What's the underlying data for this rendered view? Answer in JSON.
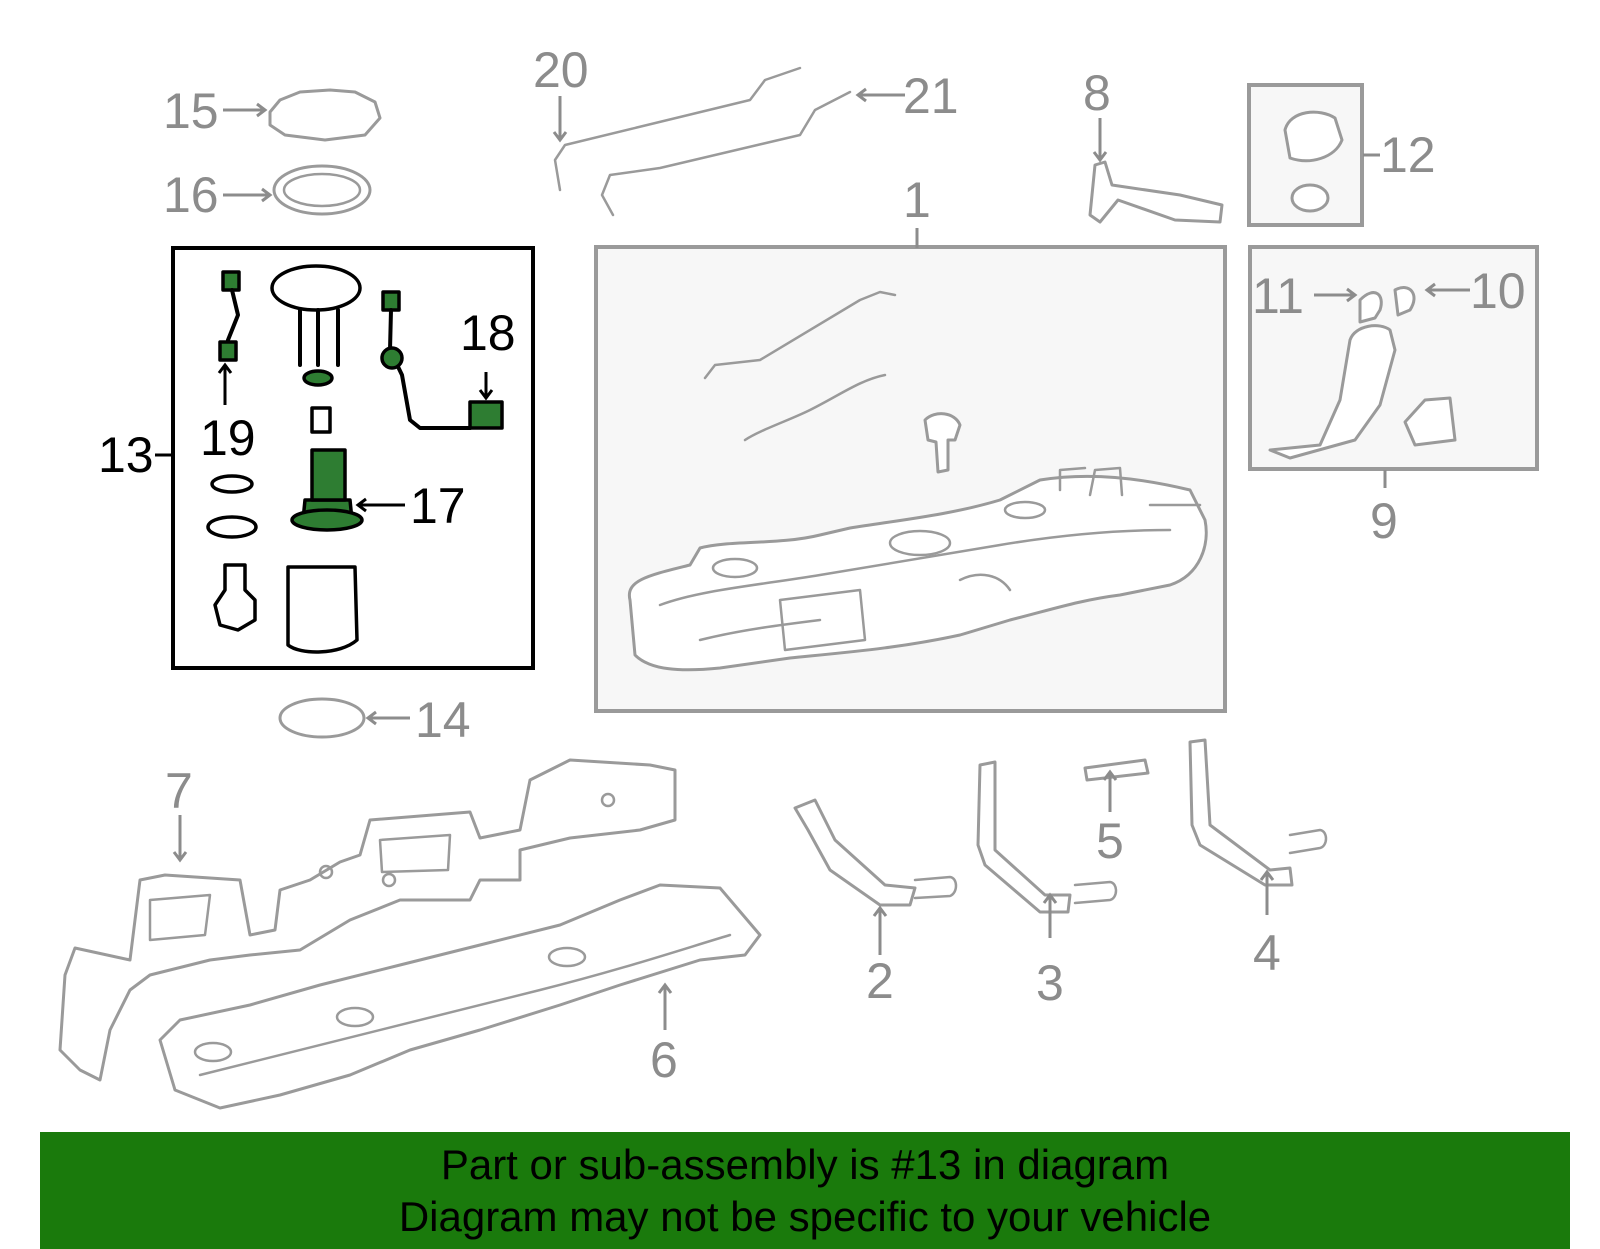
{
  "callouts": {
    "c1": "1",
    "c2": "2",
    "c3": "3",
    "c4": "4",
    "c5": "5",
    "c6": "6",
    "c7": "7",
    "c8": "8",
    "c9": "9",
    "c10": "10",
    "c11": "11",
    "c12": "12",
    "c13": "13",
    "c14": "14",
    "c15": "15",
    "c16": "16",
    "c17": "17",
    "c18": "18",
    "c19": "19",
    "c20": "20",
    "c21": "21"
  },
  "highlighted_part": "13",
  "colors": {
    "banner_bg": "#1a7a0c",
    "highlight_fill": "#2e7d32",
    "part_stroke": "#9a9a9a",
    "highlight_stroke": "#000000"
  },
  "banner": {
    "line1": "Part or sub-assembly is #13 in diagram",
    "line2": "Diagram may not be specific to your vehicle"
  }
}
